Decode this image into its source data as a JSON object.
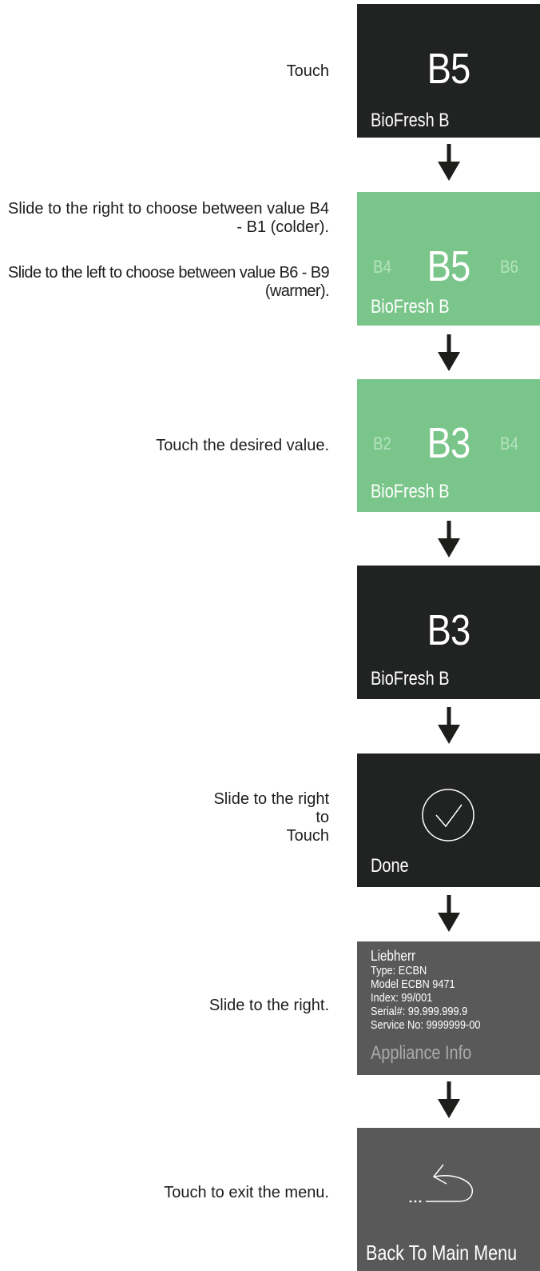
{
  "steps": [
    {
      "instruction": [
        "Touch"
      ],
      "tile": {
        "value": "B5",
        "label": "BioFresh B"
      }
    },
    {
      "instruction_a": "Slide to the right to choose between value B4 - B1 (colder).",
      "instruction_b": "Slide to the left to choose between value B6 - B9 (warmer).",
      "tile": {
        "left": "B4",
        "value": "B5",
        "right": "B6",
        "label": "BioFresh B"
      }
    },
    {
      "instruction": [
        "Touch the desired value."
      ],
      "tile": {
        "left": "B2",
        "value": "B3",
        "right": "B4",
        "label": "BioFresh B"
      }
    },
    {
      "instruction": [],
      "tile": {
        "value": "B3",
        "label": "BioFresh B"
      }
    },
    {
      "instruction": [
        "Slide to the right",
        "to",
        "Touch"
      ],
      "tile": {
        "icon": "check-circle-icon",
        "label": "Done"
      }
    },
    {
      "instruction": [
        "Slide to the right."
      ],
      "tile": {
        "lines": [
          "Liebherr",
          "Type: ECBN",
          "Model ECBN 9471",
          "Index: 99/001",
          "Serial#: 99.999.999.9",
          "Service No: 9999999-00"
        ],
        "label": "Appliance Info"
      }
    },
    {
      "instruction": [
        "Touch to exit the menu."
      ],
      "tile": {
        "icon": "back-arrow-icon",
        "label": "Back To Main Menu"
      }
    }
  ],
  "colors": {
    "dark": "#212322",
    "green": "#7ac68a",
    "gray": "#59595a",
    "text": "#1d1d1b"
  }
}
